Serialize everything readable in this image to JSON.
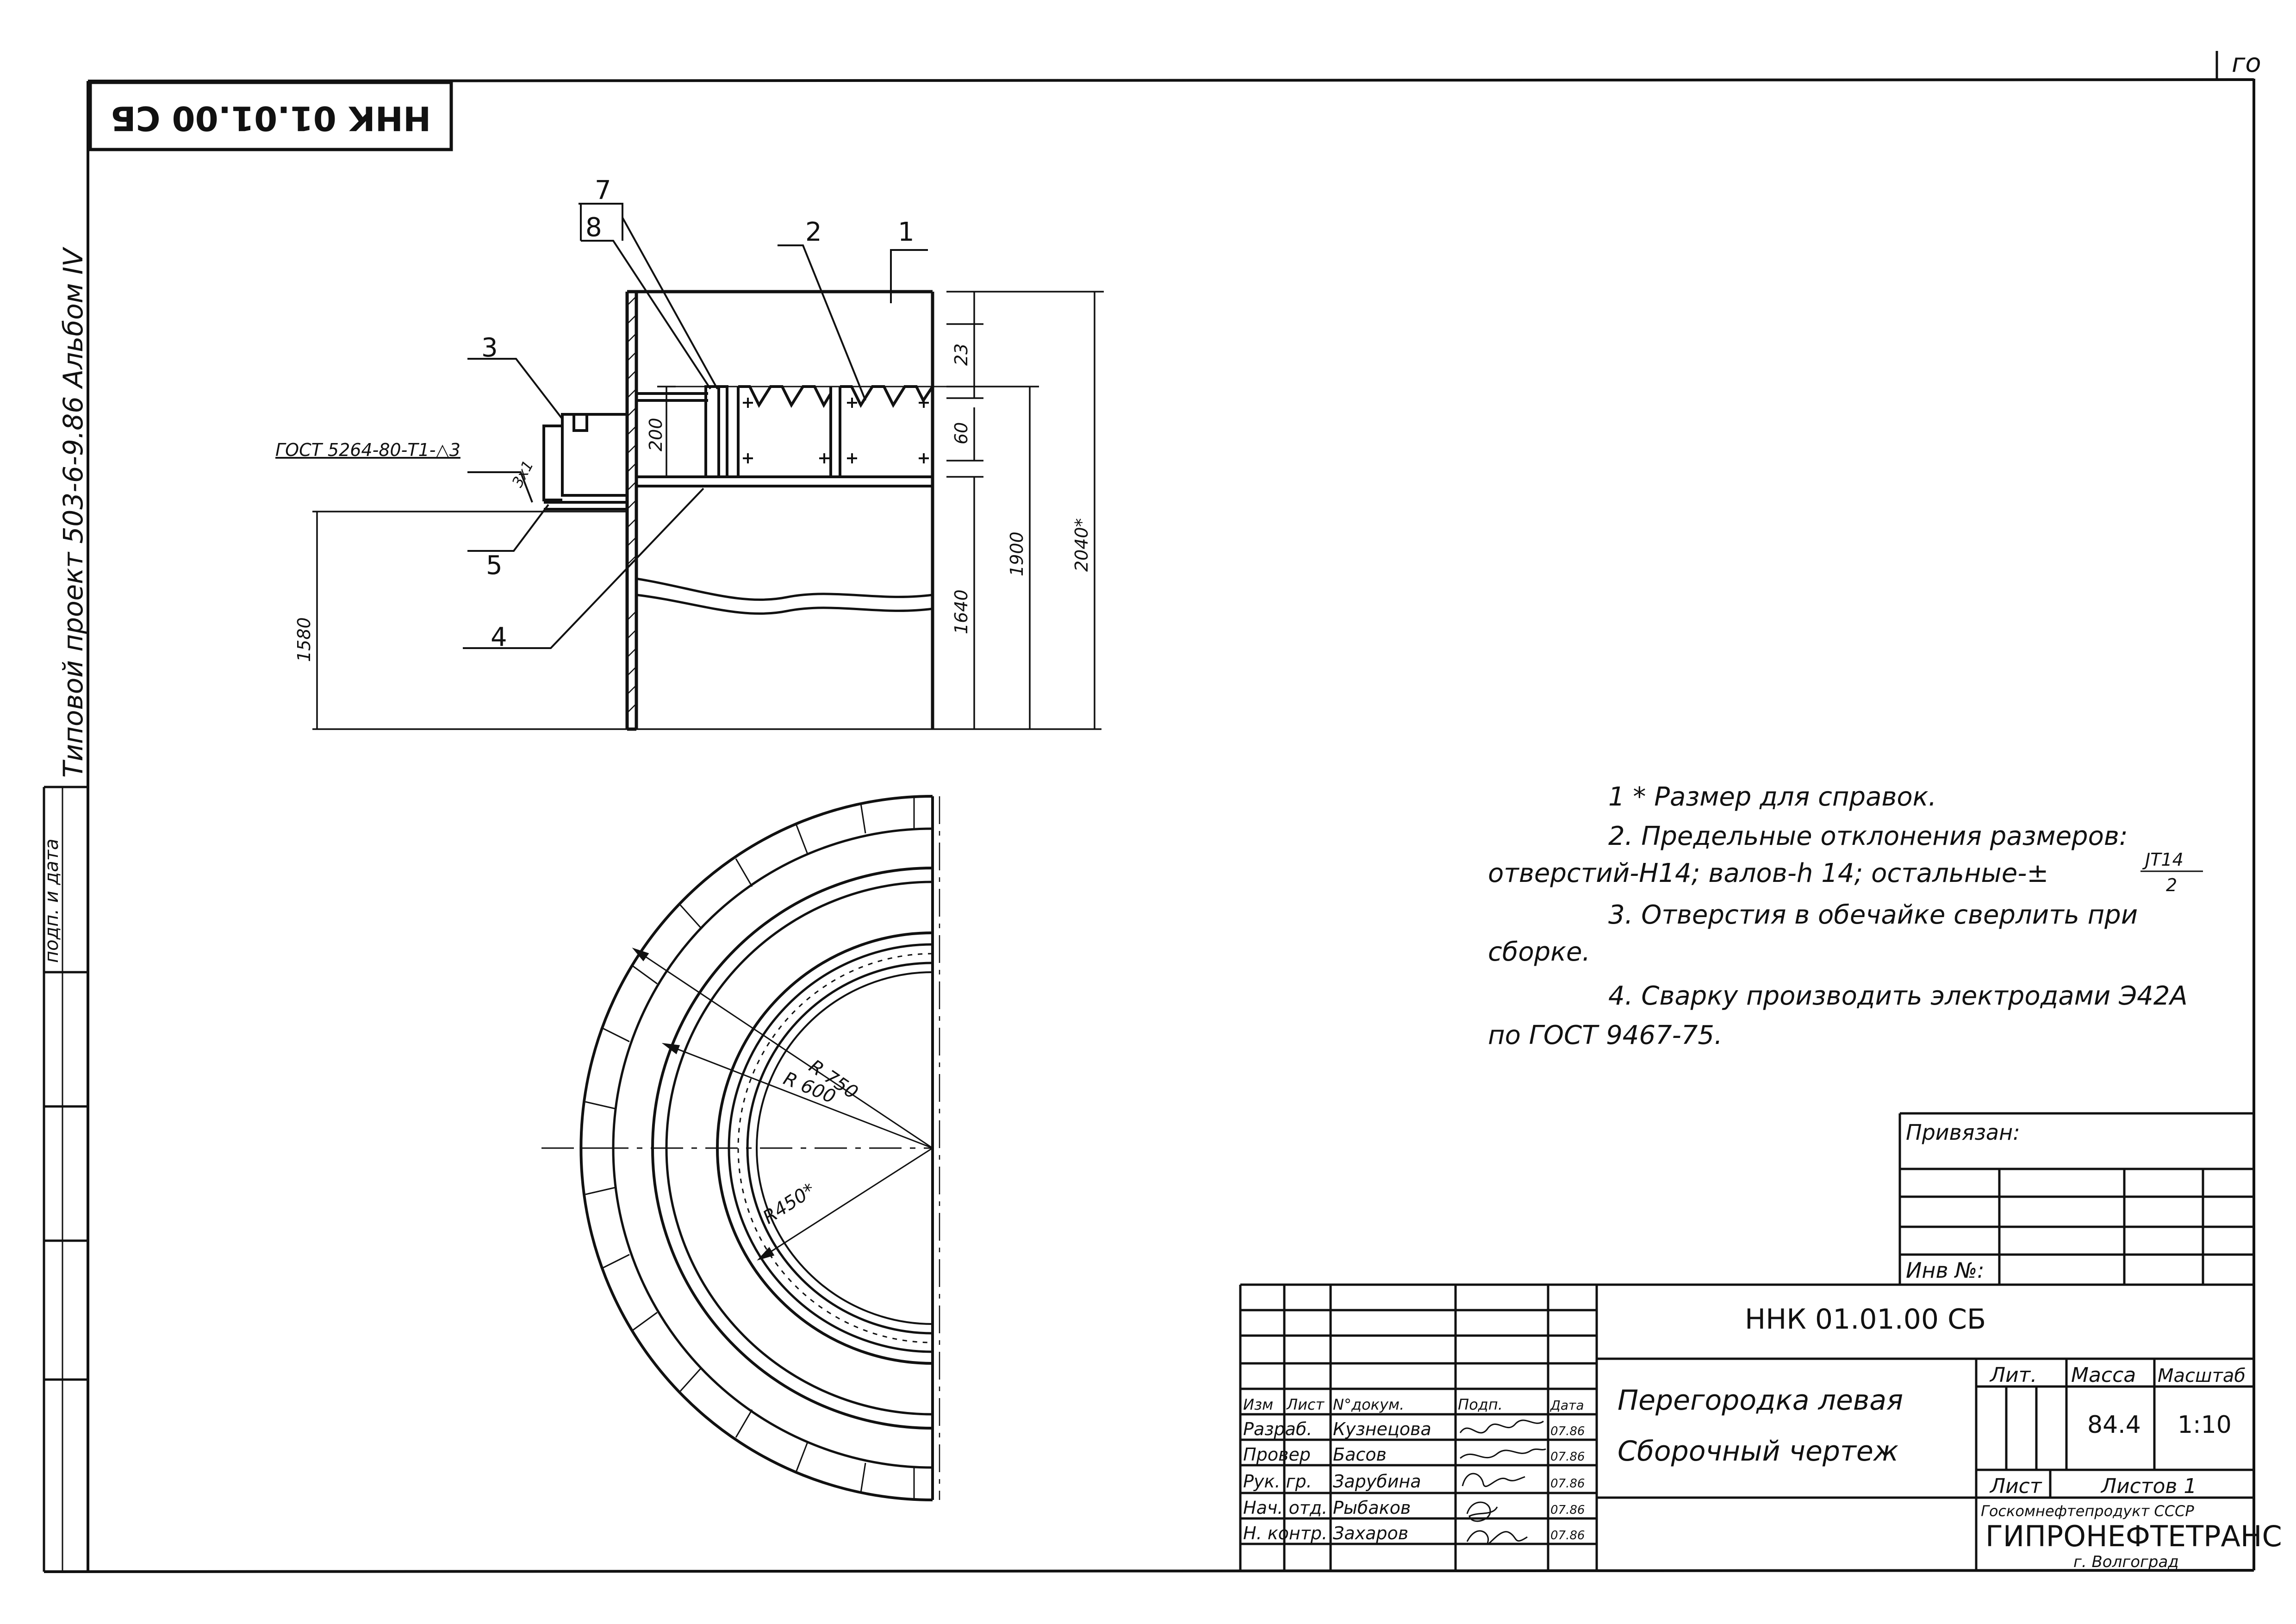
{
  "stamp_top_rotated": "ННК 01.01.00 СБ",
  "corner_mark": "го",
  "side_album_label": "Типовой проект 503-6-9.86 Альбом IV",
  "side_strip_rotated": "подп. и дата",
  "section": {
    "callouts": [
      "1",
      "2",
      "3",
      "4",
      "5",
      "7",
      "8"
    ],
    "weld_symbol": "ГОСТ 5264-80-Т1-△3",
    "weld_small": "3х1",
    "dims": [
      "23",
      "60",
      "200",
      "1580",
      "1640",
      "1900",
      "2040*"
    ]
  },
  "plan": {
    "radii": [
      "R 750",
      "R 600",
      "R450*"
    ]
  },
  "notes": [
    "1 * Размер для справок.",
    "2. Предельные отклонения размеров:",
    "отверстий-Н14; валов-h 14; остальные-±",
    "3. Отверстия в обечайке сверлить при",
    "сборке.",
    "4. Сварку производить электродами Э42А",
    "по ГОСТ 9467-75."
  ],
  "note_fraction": {
    "numerator": "JT14",
    "denominator": "2"
  },
  "binding": {
    "privyazan": "Привязан:",
    "inv": "Инв №:"
  },
  "title_block": {
    "doc_code": "ННК 01.01.00 СБ",
    "headers": {
      "izm": "Изм",
      "list": "Лист",
      "ndoc": "N°докум.",
      "podp": "Подп.",
      "data": "Дата"
    },
    "rows": [
      {
        "role": "Разраб.",
        "name": "Кузнецова",
        "date": "07.86"
      },
      {
        "role": "Провер",
        "name": "Басов",
        "date": "07.86"
      },
      {
        "role": "Рук. гр.",
        "name": "Зарубина",
        "date": "07.86"
      },
      {
        "role": "Нач. отд.",
        "name": "Рыбаков",
        "date": "07.86"
      },
      {
        "role": "Н. контр.",
        "name": "Захаров",
        "date": "07.86"
      }
    ],
    "title_line1": "Перегородка левая",
    "title_line2": "Сборочный чертеж",
    "lit_label": "Лит.",
    "mass_label": "Масса",
    "scale_label": "Масштаб",
    "mass_value": "84.4",
    "scale_value": "1:10",
    "sheet_label": "Лист",
    "sheets_label": "Листов 1",
    "org_top": "Госкомнефтепродукт СССР",
    "org_name": "ГИПРОНЕФТЕТРАНС",
    "org_city": "г. Волгоград"
  }
}
